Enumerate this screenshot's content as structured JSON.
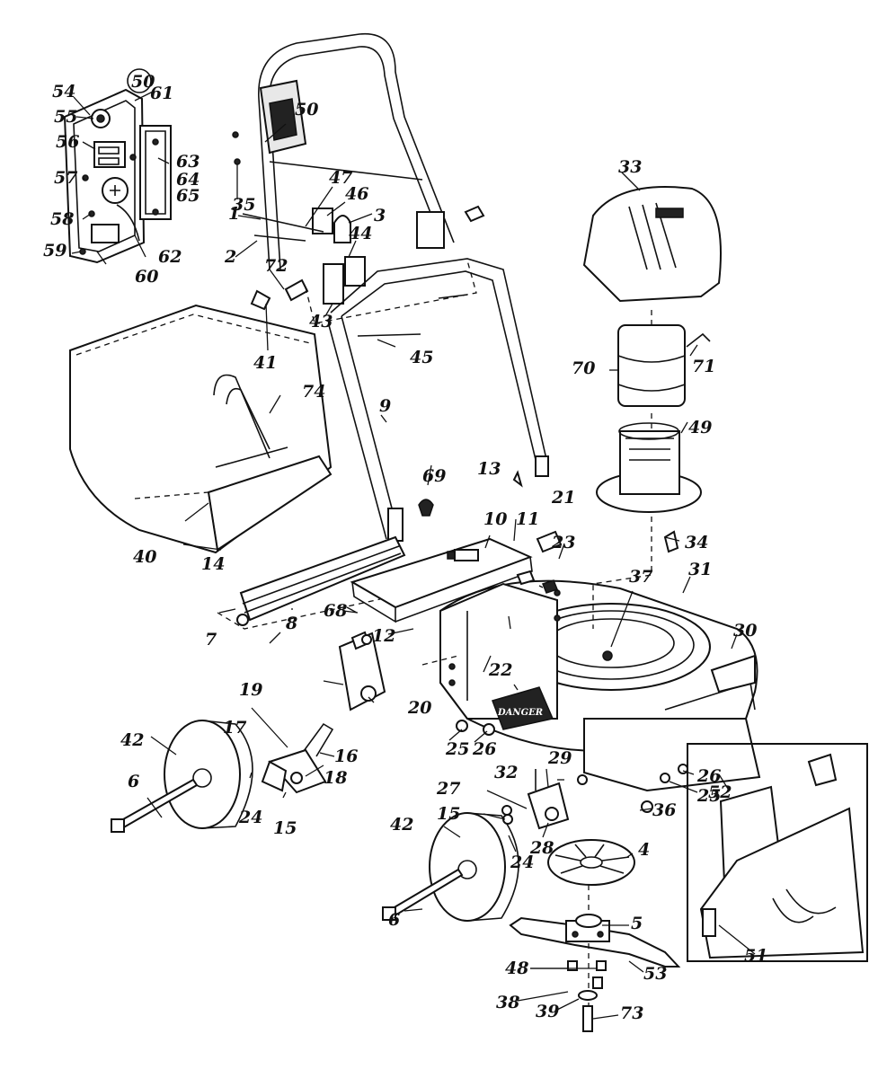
{
  "labels": {
    "l1": "1",
    "l2": "2",
    "l3": "3",
    "l4": "4",
    "l5": "5",
    "l6a": "6",
    "l6b": "6",
    "l7": "7",
    "l8": "8",
    "l9": "9",
    "l10": "10",
    "l11": "11",
    "l12": "12",
    "l13": "13",
    "l14": "14",
    "l15a": "15",
    "l15b": "15",
    "l16": "16",
    "l17": "17",
    "l18": "18",
    "l19": "19",
    "l20": "20",
    "l21": "21",
    "l22": "22",
    "l23": "23",
    "l24a": "24",
    "l24b": "24",
    "l25a": "25",
    "l25b": "25",
    "l26a": "26",
    "l26b": "26",
    "l27": "27",
    "l28": "28",
    "l29": "29",
    "l30": "30",
    "l31": "31",
    "l32": "32",
    "l33": "33",
    "l34": "34",
    "l35": "35",
    "l36": "36",
    "l37": "37",
    "l38": "38",
    "l39": "39",
    "l40": "40",
    "l41": "41",
    "l42a": "42",
    "l42b": "42",
    "l43": "43",
    "l44": "44",
    "l45": "45",
    "l46": "46",
    "l47": "47",
    "l48": "48",
    "l49": "49",
    "l50a": "50",
    "l50b": "50",
    "l51": "51",
    "l52": "52",
    "l53": "53",
    "l54": "54",
    "l55": "55",
    "l56": "56",
    "l57": "57",
    "l58": "58",
    "l59": "59",
    "l60": "60",
    "l61": "61",
    "l62": "62",
    "l63": "63",
    "l64": "64",
    "l65": "65",
    "l68": "68",
    "l69": "69",
    "l70": "70",
    "l71": "71",
    "l72": "72",
    "l73": "73",
    "l74": "74"
  },
  "deck_decal": "DANGER"
}
